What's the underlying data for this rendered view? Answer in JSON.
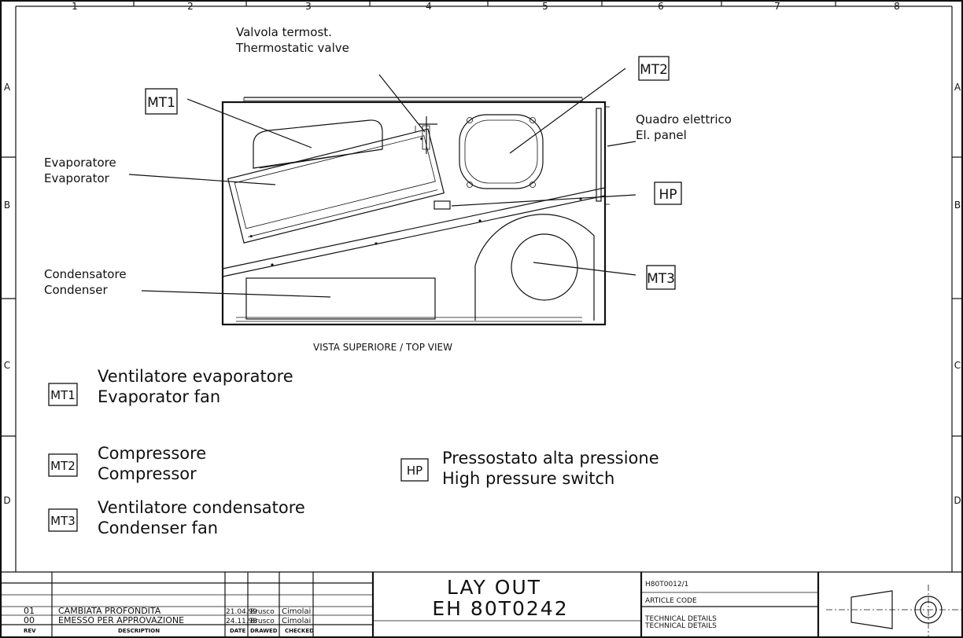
{
  "grid": {
    "columns": [
      "1",
      "2",
      "3",
      "4",
      "5",
      "6",
      "7",
      "8"
    ],
    "rows": [
      "A",
      "B",
      "C",
      "D"
    ]
  },
  "callouts": {
    "valve_it": "Valvola termost.",
    "valve_en": "Thermostatic valve",
    "panel_it": "Quadro elettrico",
    "panel_en": "El. panel",
    "evap_it": "Evaporatore",
    "evap_en": "Evaporator",
    "cond_it": "Condensatore",
    "cond_en": "Condenser"
  },
  "tags": {
    "mt1": "MT1",
    "mt2": "MT2",
    "mt3": "MT3",
    "hp": "HP"
  },
  "view_caption": "VISTA SUPERIORE / TOP VIEW",
  "legend": {
    "mt1": {
      "tag": "MT1",
      "line1": "Ventilatore evaporatore",
      "line2": "Evaporator fan"
    },
    "mt2": {
      "tag": "MT2",
      "line1": "Compressore",
      "line2": "Compressor"
    },
    "mt3": {
      "tag": "MT3",
      "line1": "Ventilatore condensatore",
      "line2": "Condenser fan"
    },
    "hp": {
      "tag": "HP",
      "line1": "Pressostato alta pressione",
      "line2": "High pressure switch"
    }
  },
  "title_block": {
    "revisions": [
      {
        "rev": "01",
        "description": "CAMBIATA  PROFONDITA",
        "date": "21.04.99",
        "drawed": "Brusco",
        "checked": "Cimolai"
      },
      {
        "rev": "00",
        "description": "EMESSO PER APPROVAZIONE",
        "date": "24.11.98",
        "drawed": "Brusco",
        "checked": "Cimolai"
      }
    ],
    "headers": {
      "rev": "REV",
      "description": "DESCRIPTION",
      "date": "DATE",
      "drawed": "DRAWED",
      "checked": "CHECKED"
    },
    "title_line1": "LAY  OUT",
    "title_line2": "EH  80T0242",
    "doc_number": "H80T0012/1",
    "article_code": "ARTICLE CODE",
    "technical_details_1": "TECHNICAL DETAILS",
    "technical_details_2": "TECHNICAL DETAILS"
  }
}
